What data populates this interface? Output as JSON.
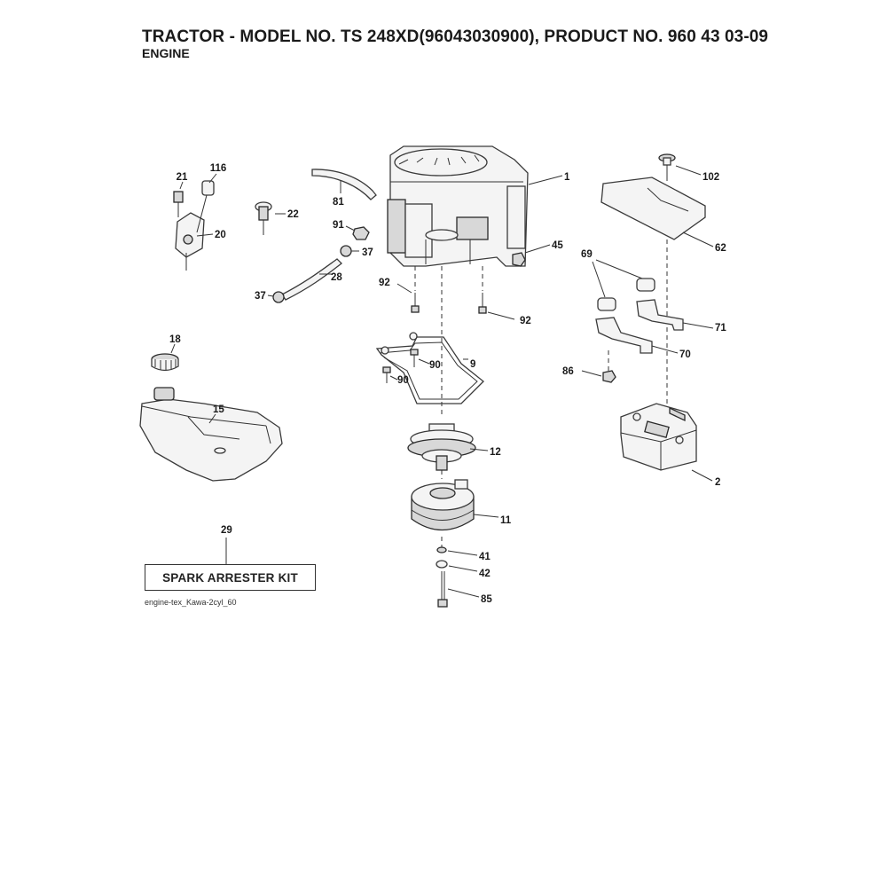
{
  "header": {
    "title": "TRACTOR - MODEL NO. TS 248XD(96043030900), PRODUCT NO. 960 43 03-09",
    "subtitle": "ENGINE"
  },
  "callouts": {
    "c1": "1",
    "c2": "2",
    "c9": "9",
    "c11": "11",
    "c12": "12",
    "c15": "15",
    "c18": "18",
    "c20": "20",
    "c21": "21",
    "c22": "22",
    "c28": "28",
    "c29": "29",
    "c37a": "37",
    "c37b": "37",
    "c41": "41",
    "c42": "42",
    "c45": "45",
    "c62": "62",
    "c69": "69",
    "c70": "70",
    "c71": "71",
    "c81": "81",
    "c85": "85",
    "c86": "86",
    "c90a": "90",
    "c90b": "90",
    "c91": "91",
    "c92a": "92",
    "c92b": "92",
    "c102": "102",
    "c116": "116"
  },
  "kit": {
    "label": "SPARK ARRESTER KIT"
  },
  "footer": {
    "code": "engine-tex_Kawa-2cyl_60"
  }
}
